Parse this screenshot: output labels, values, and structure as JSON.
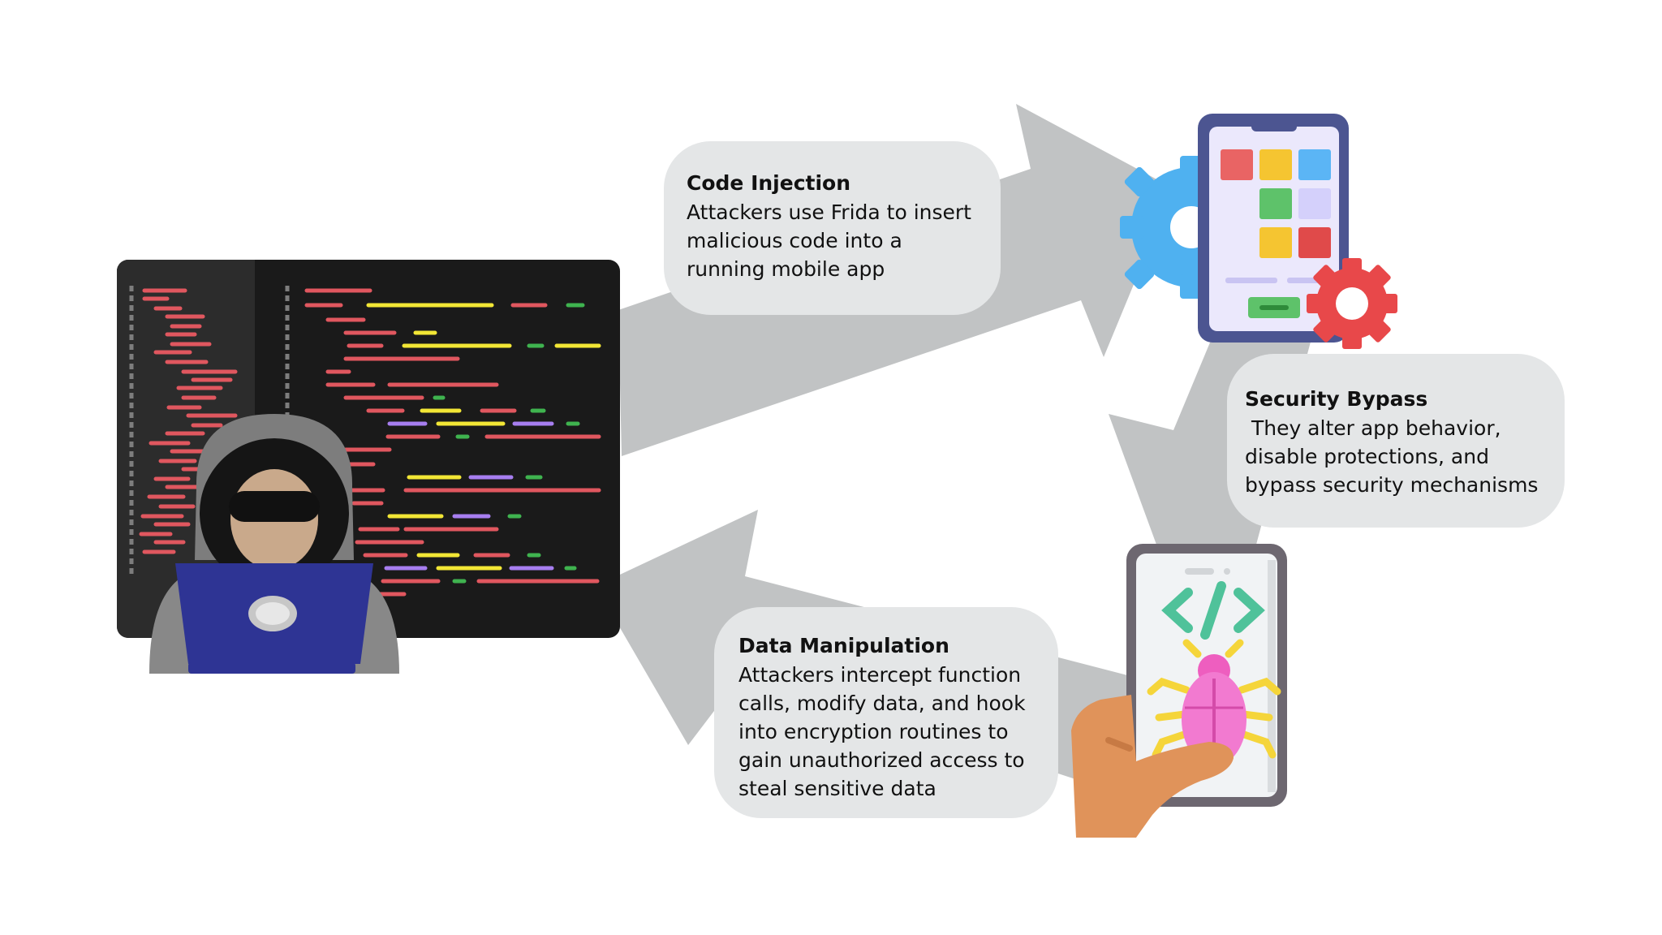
{
  "steps": {
    "code_injection": {
      "title": "Code Injection",
      "lines": [
        "Attackers use Frida to insert",
        "malicious code into a",
        "running mobile app"
      ]
    },
    "security_bypass": {
      "title": "Security Bypass",
      "lines": [
        " They alter app behavior,",
        "disable protections, and",
        "bypass security mechanisms"
      ]
    },
    "data_manipulation": {
      "title": "Data Manipulation",
      "lines": [
        "Attackers intercept function",
        "calls, modify data, and hook",
        "into encryption routines to",
        "gain unauthorized access to",
        "steal sensitive data"
      ]
    }
  },
  "colors": {
    "arrow": "#c1c3c4",
    "bubble": "#e4e6e7",
    "terminal": "#1a1a1a",
    "code_red": "#e0575f",
    "code_yellow": "#f2e635",
    "code_green": "#3fb34f",
    "code_purple": "#a77ef0",
    "hoodie": "#898989",
    "laptop": "#2e3494",
    "phone_frame": "#4c5591",
    "gear_blue": "#4fb1f0",
    "gear_red": "#e8484a",
    "bug_pink": "#f27ad0",
    "hand": "#e0935a"
  },
  "icons": {
    "hacker": "hacker-icon",
    "terminal": "code-terminal-icon",
    "phone_settings": "phone-settings-icon",
    "phone_bug": "phone-bug-icon"
  }
}
